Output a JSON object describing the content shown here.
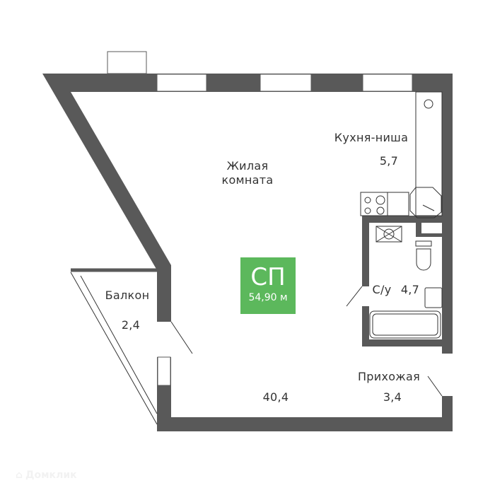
{
  "plan": {
    "type_badge": "СП",
    "total_area": "54,90 м",
    "badge_color": "#5cb85c",
    "wall_color": "#595959"
  },
  "rooms": {
    "living": {
      "name_line1": "Жилая",
      "name_line2": "комната",
      "area": "40,4"
    },
    "kitchen": {
      "name": "Кухня-ниша",
      "area": "5,7"
    },
    "bathroom": {
      "name": "С/у",
      "area": "4,7"
    },
    "hall": {
      "name": "Прихожая",
      "area": "3,4"
    },
    "balcony": {
      "name": "Балкон",
      "area": "2,4"
    }
  },
  "watermark": "Домклик"
}
